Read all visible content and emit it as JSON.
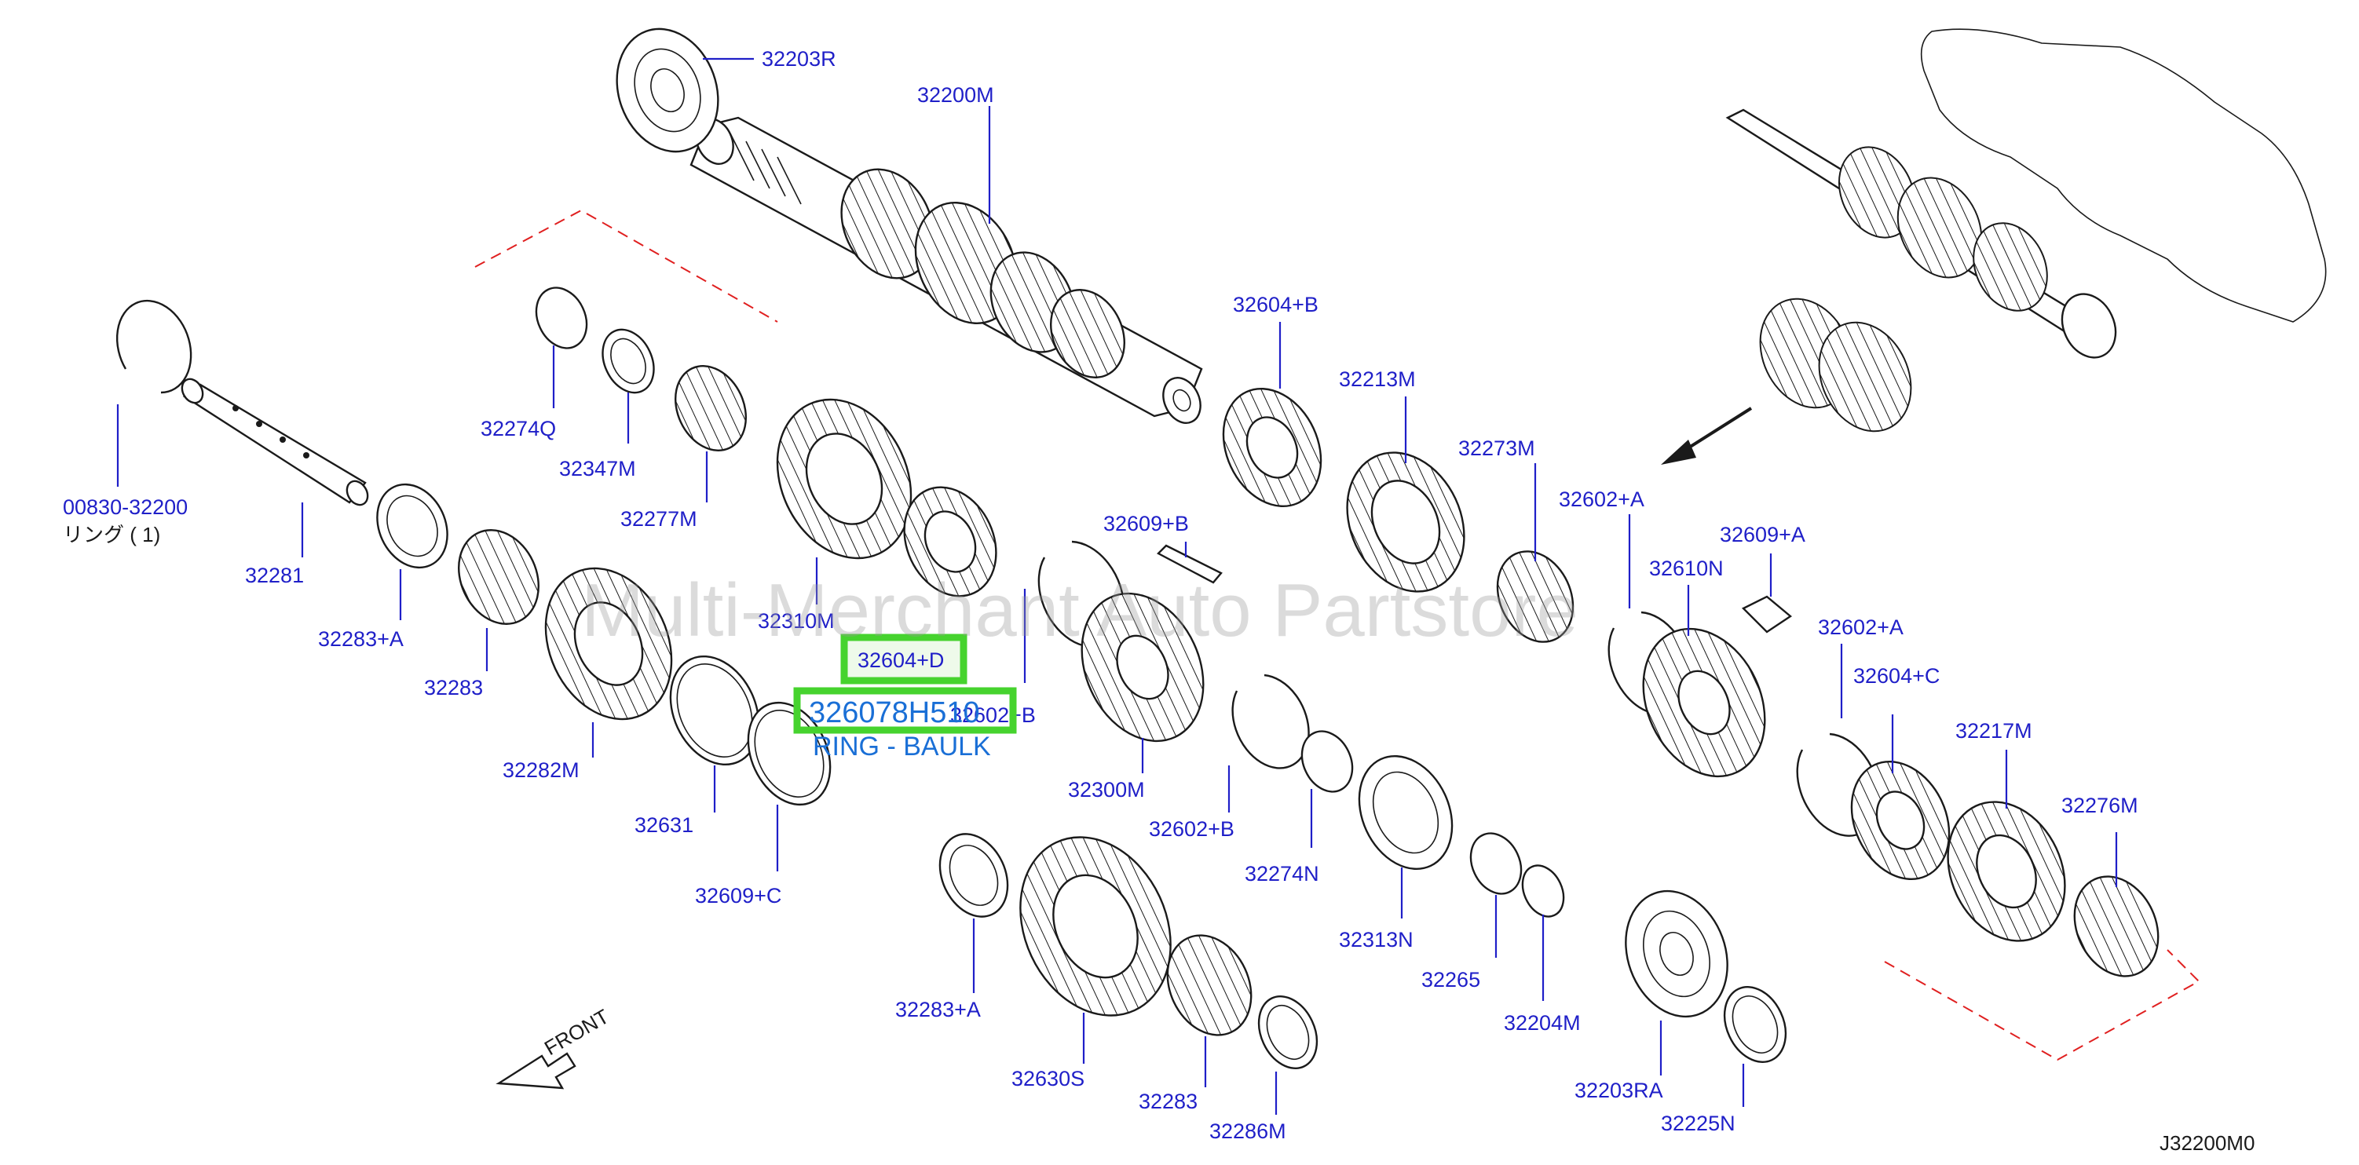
{
  "watermark": "Multi-Merchant Auto Partstore",
  "diagram_code": "J32200M0",
  "front_label": "FRONT",
  "callout": {
    "part_number": "326078H510",
    "description": "RING - BAULK",
    "highlight_label": "32604+D"
  },
  "labels": {
    "32203R": "32203R",
    "32200M": "32200M",
    "32274Q": "32274Q",
    "32347M": "32347M",
    "32277M": "32277M",
    "00830-32200": "00830-32200",
    "ring_note": "リング ( 1)",
    "32281": "32281",
    "32283_A_left": "32283+A",
    "32283_left": "32283",
    "32282M": "32282M",
    "32310M": "32310M",
    "32631": "32631",
    "32609_C": "32609+C",
    "32602_B_mid": "32602+B",
    "32609_B": "32609+B",
    "32604_B": "32604+B",
    "32213M": "32213M",
    "32273M": "32273M",
    "32602_A_upper": "32602+A",
    "32609_A": "32609+A",
    "32610N": "32610N",
    "32602_A_lower": "32602+A",
    "32604_C": "32604+C",
    "32217M": "32217M",
    "32276M": "32276M",
    "32300M": "32300M",
    "32602_B_low": "32602+B",
    "32274N": "32274N",
    "32313N": "32313N",
    "32265": "32265",
    "32204M": "32204M",
    "32203RA": "32203RA",
    "32225N": "32225N",
    "32283_A_bottom": "32283+A",
    "32630S": "32630S",
    "32283_bottom": "32283",
    "32286M": "32286M"
  }
}
